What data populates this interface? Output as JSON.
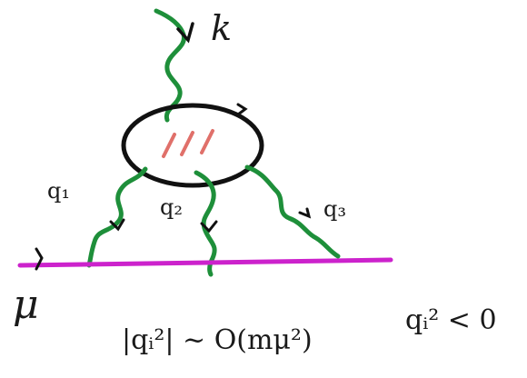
{
  "diagram": {
    "labels": {
      "incoming_photon": "k",
      "photon_1": "q₁",
      "photon_2": "q₂",
      "photon_3": "q₃",
      "muon": "μ",
      "virtuality": "|qᵢ²| ~ O(mμ²)",
      "spacelike": "qᵢ² < 0"
    },
    "colors": {
      "photon": "#1e8f3a",
      "muon_line": "#cc22cc",
      "loop": "#111111",
      "hatch": "#e0706a",
      "text": "#1a1a1a"
    }
  }
}
